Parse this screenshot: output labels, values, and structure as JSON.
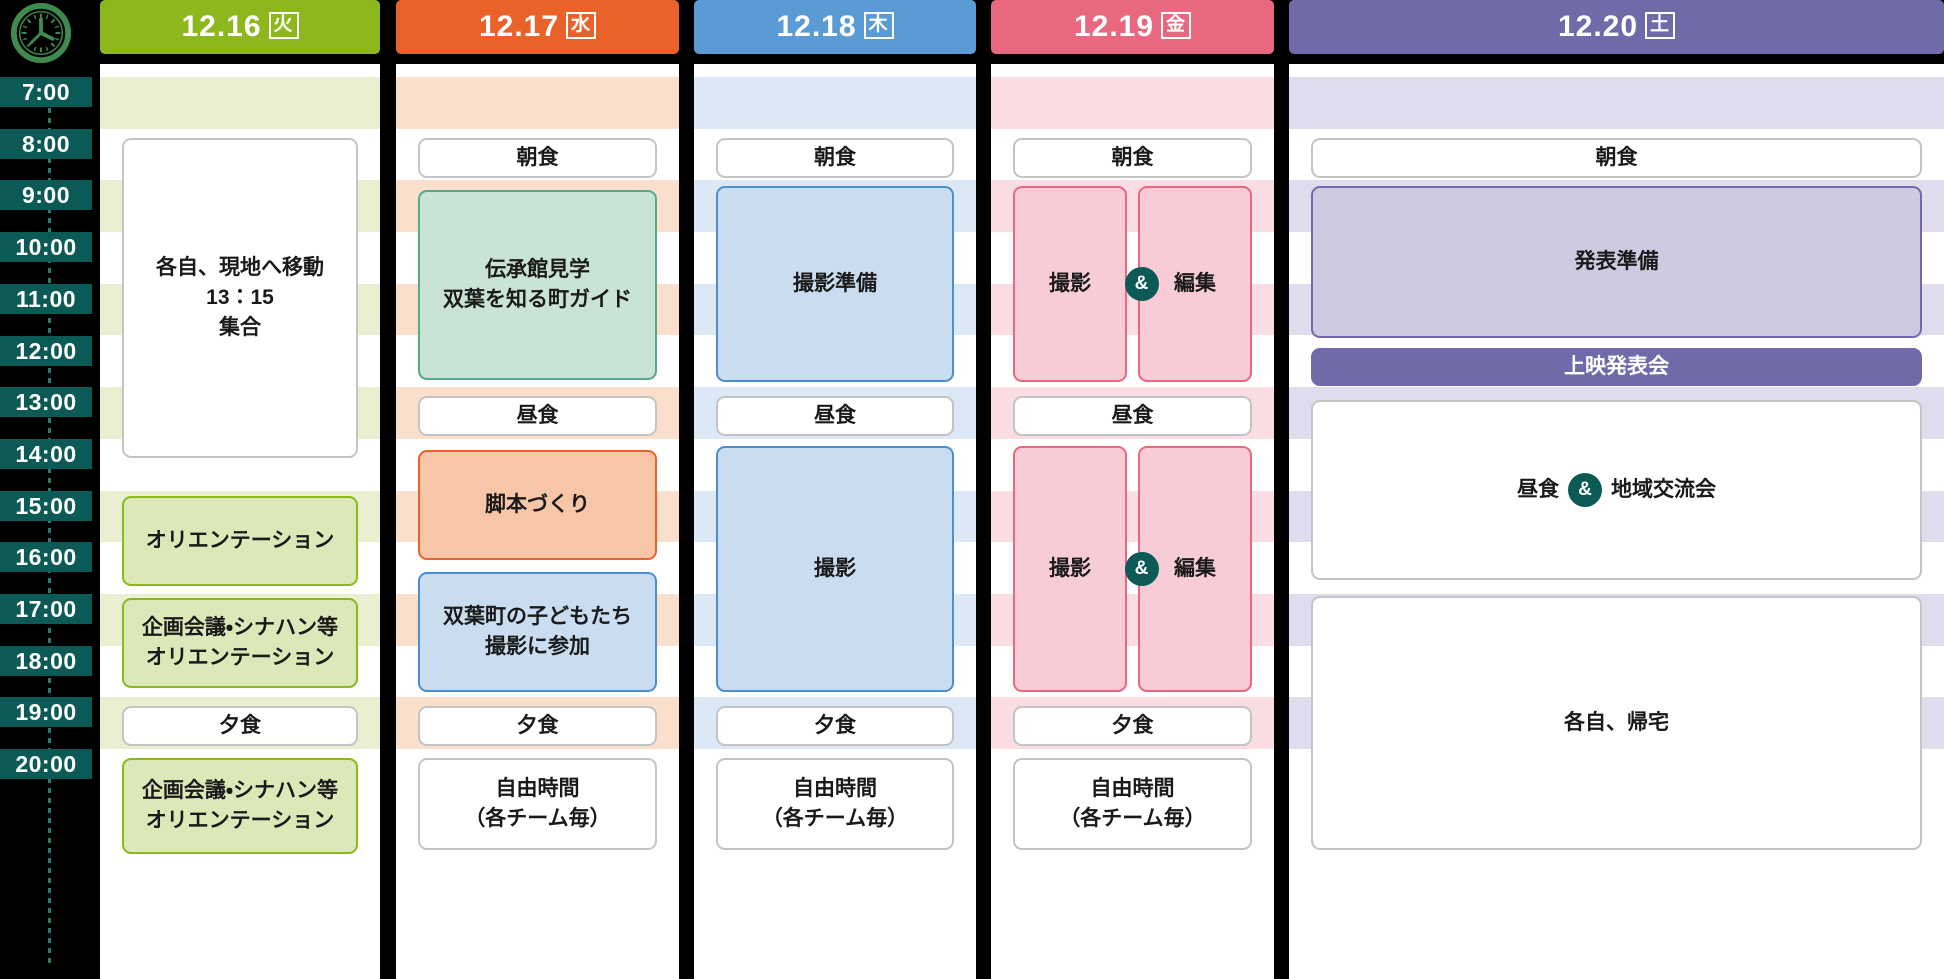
{
  "axis": {
    "icon": "clock-icon",
    "times": [
      "7:00",
      "8:00",
      "9:00",
      "10:00",
      "11:00",
      "12:00",
      "13:00",
      "14:00",
      "15:00",
      "16:00",
      "17:00",
      "18:00",
      "19:00",
      "20:00"
    ]
  },
  "days": [
    {
      "id": "day-1216",
      "date": "12.16",
      "weekday": "火",
      "header_color": "#8cb81e",
      "stripe_color": "#eaefd2",
      "events": [
        {
          "name": "travel-assemble",
          "text": "各自、現地へ移動\n13：15\n集合",
          "style": "plain",
          "fill": "#ffffff",
          "border": "#c4c4c4"
        },
        {
          "name": "orientation",
          "text": "オリエンテーション",
          "style": "card",
          "fill": "#dde8b9",
          "border": "#8cb81e"
        },
        {
          "name": "planning-meeting-1",
          "text": "企画会議・シナハン等\nオリエンテーション",
          "style": "card",
          "fill": "#dde8b9",
          "border": "#8cb81e"
        },
        {
          "name": "dinner",
          "text": "夕食",
          "style": "meal",
          "fill": "#ffffff",
          "border": "#c4c4c4"
        },
        {
          "name": "planning-meeting-2",
          "text": "企画会議・シナハン等\nオリエンテーション",
          "style": "card",
          "fill": "#dde8b9",
          "border": "#8cb81e"
        }
      ]
    },
    {
      "id": "day-1217",
      "date": "12.17",
      "weekday": "水",
      "header_color": "#e8622a",
      "stripe_color": "#fadfcd",
      "events": [
        {
          "name": "breakfast",
          "text": "朝食",
          "style": "meal",
          "fill": "#ffffff",
          "border": "#c4c4c4"
        },
        {
          "name": "museum-tour",
          "text": "伝承館見学\n双葉を知る町ガイド",
          "style": "card",
          "fill": "#c9e4d4",
          "border": "#54a98a"
        },
        {
          "name": "lunch",
          "text": "昼食",
          "style": "meal",
          "fill": "#ffffff",
          "border": "#c4c4c4"
        },
        {
          "name": "script-writing",
          "text": "脚本づくり",
          "style": "card",
          "fill": "#f7c6a8",
          "border": "#e8622a"
        },
        {
          "name": "children-join-shoot",
          "text": "双葉町の子どもたち\n撮影に参加",
          "style": "card",
          "fill": "#cadcf0",
          "border": "#4a90cf"
        },
        {
          "name": "dinner",
          "text": "夕食",
          "style": "meal",
          "fill": "#ffffff",
          "border": "#c4c4c4"
        },
        {
          "name": "free-time",
          "text": "自由時間\n（各チーム毎）",
          "style": "plain",
          "fill": "#ffffff",
          "border": "#c4c4c4"
        }
      ]
    },
    {
      "id": "day-1218",
      "date": "12.18",
      "weekday": "木",
      "header_color": "#5b9bd5",
      "stripe_color": "#dce8f5",
      "events": [
        {
          "name": "breakfast",
          "text": "朝食",
          "style": "meal",
          "fill": "#ffffff",
          "border": "#c4c4c4"
        },
        {
          "name": "shoot-prep",
          "text": "撮影準備",
          "style": "card",
          "fill": "#cadcf0",
          "border": "#4a90cf"
        },
        {
          "name": "lunch",
          "text": "昼食",
          "style": "meal",
          "fill": "#ffffff",
          "border": "#c4c4c4"
        },
        {
          "name": "shooting",
          "text": "撮影",
          "style": "card",
          "fill": "#cadcf0",
          "border": "#4a90cf"
        },
        {
          "name": "dinner",
          "text": "夕食",
          "style": "meal",
          "fill": "#ffffff",
          "border": "#c4c4c4"
        },
        {
          "name": "free-time",
          "text": "自由時間\n（各チーム毎）",
          "style": "plain",
          "fill": "#ffffff",
          "border": "#c4c4c4"
        }
      ]
    },
    {
      "id": "day-1219",
      "date": "12.19",
      "weekday": "金",
      "header_color": "#e8687f",
      "stripe_color": "#fadde3",
      "events": [
        {
          "name": "breakfast",
          "text": "朝食",
          "style": "meal",
          "fill": "#ffffff",
          "border": "#c4c4c4"
        },
        {
          "name": "shoot-edit-am-left",
          "text": "撮影",
          "style": "card",
          "fill": "#f7ccd6",
          "border": "#e8687f"
        },
        {
          "name": "shoot-edit-am-right",
          "text": "編集",
          "style": "card",
          "fill": "#f7ccd6",
          "border": "#e8687f"
        },
        {
          "name": "lunch",
          "text": "昼食",
          "style": "meal",
          "fill": "#ffffff",
          "border": "#c4c4c4"
        },
        {
          "name": "shoot-edit-pm-left",
          "text": "撮影",
          "style": "card",
          "fill": "#f7ccd6",
          "border": "#e8687f"
        },
        {
          "name": "shoot-edit-pm-right",
          "text": "編集",
          "style": "card",
          "fill": "#f7ccd6",
          "border": "#e8687f"
        },
        {
          "name": "dinner",
          "text": "夕食",
          "style": "meal",
          "fill": "#ffffff",
          "border": "#c4c4c4"
        },
        {
          "name": "free-time",
          "text": "自由時間\n（各チーム毎）",
          "style": "plain",
          "fill": "#ffffff",
          "border": "#c4c4c4"
        }
      ],
      "amp_label": "&"
    },
    {
      "id": "day-1220",
      "date": "12.20",
      "weekday": "土",
      "header_color": "#716aa8",
      "stripe_color": "#dedced",
      "events": [
        {
          "name": "breakfast",
          "text": "朝食",
          "style": "meal",
          "fill": "#ffffff",
          "border": "#c4c4c4"
        },
        {
          "name": "presentation-prep",
          "text": "発表準備",
          "style": "card",
          "fill": "#cdcae2",
          "border": "#716aa8"
        },
        {
          "name": "screening-event",
          "text": "上映発表会",
          "style": "filled",
          "fill": "#716aa8",
          "border": "#716aa8"
        },
        {
          "name": "lunch-exchange-left",
          "text": "昼食",
          "style": "none"
        },
        {
          "name": "lunch-exchange-right",
          "text": "地域交流会",
          "style": "none"
        },
        {
          "name": "go-home",
          "text": "各自、帰宅",
          "style": "plain",
          "fill": "#ffffff",
          "border": "#c4c4c4"
        }
      ],
      "amp_label": "&"
    }
  ]
}
